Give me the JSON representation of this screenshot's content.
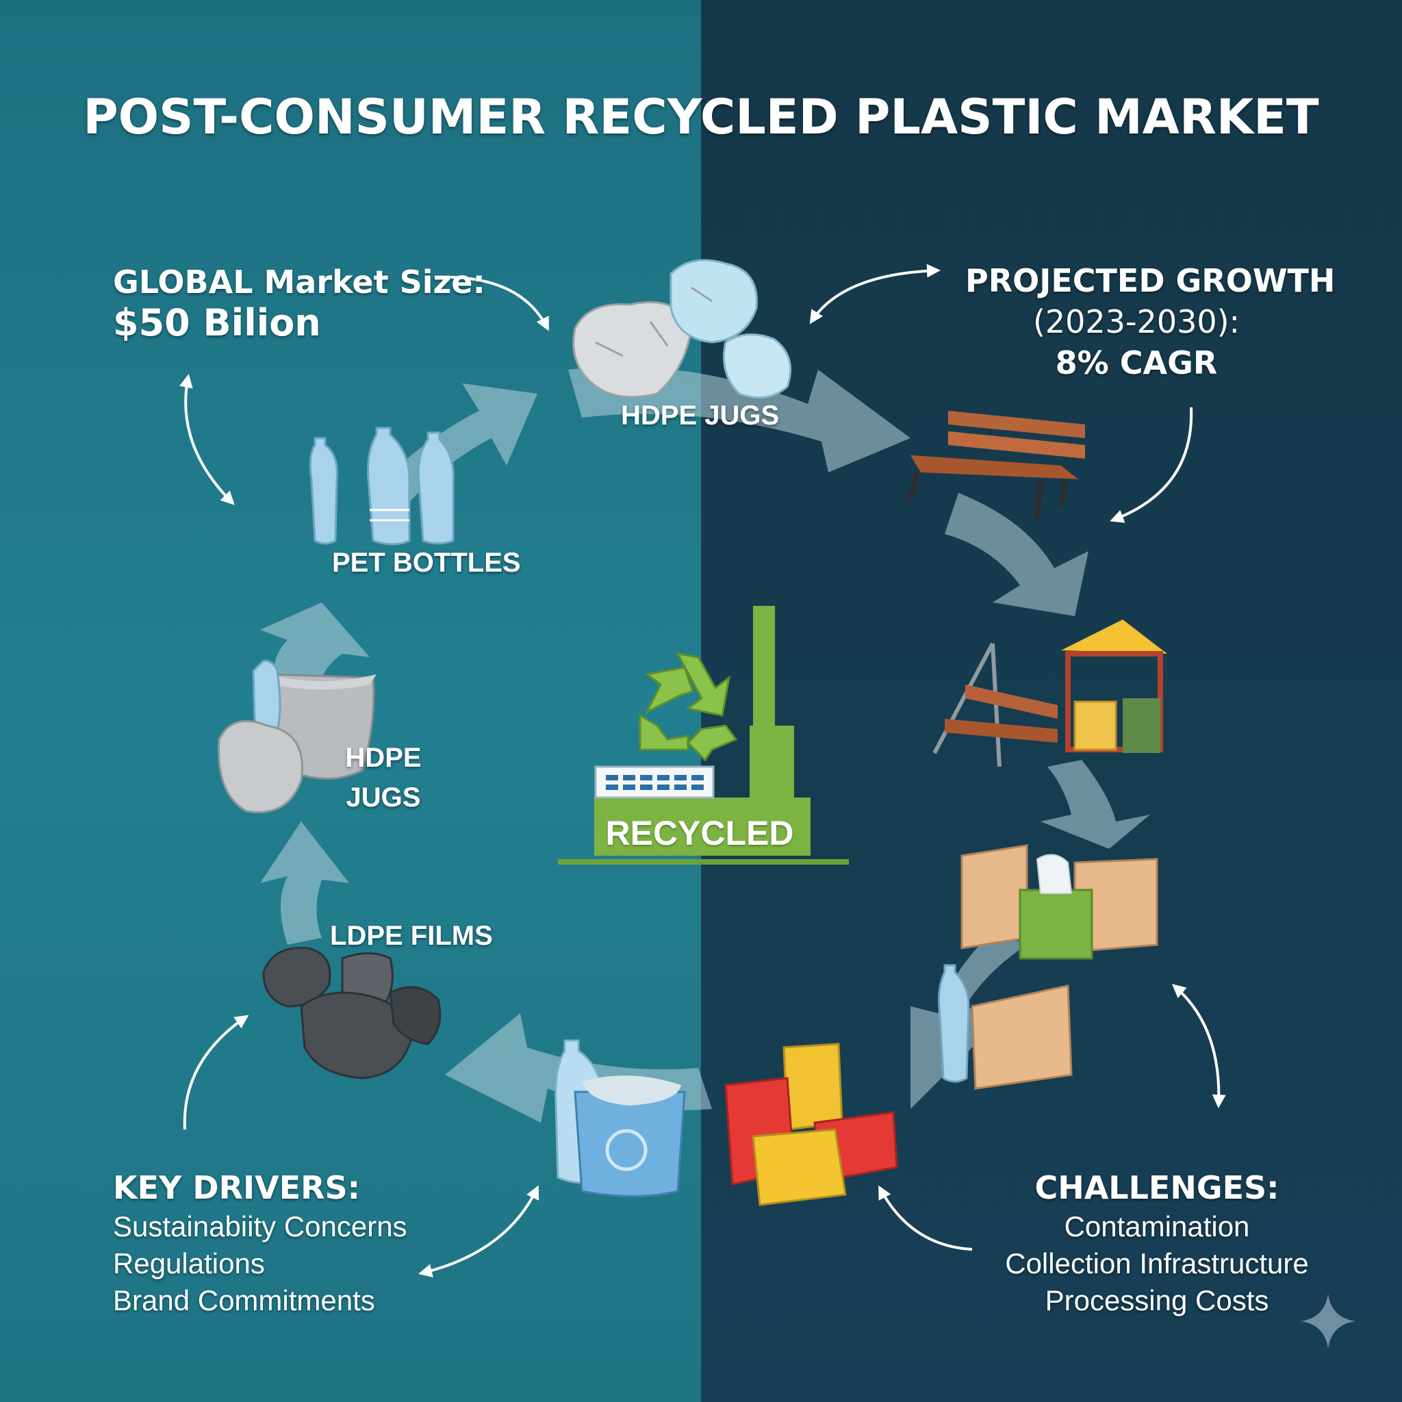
{
  "title": "POST-CONSUMER RECYCLED PLASTIC MARKET",
  "colors": {
    "left_panel": "#1f7c8c",
    "right_panel": "#163c52",
    "arrow": "#a9c7d1",
    "factory_green": "#7cb342",
    "text": "#ffffff"
  },
  "market_size": {
    "label": "GLOBAL Market Size:",
    "value": "$50 Bilion"
  },
  "growth": {
    "label": "PROJECTED GROWTH",
    "period": "(2023-2030):",
    "value": "8% CAGR"
  },
  "cycle_labels": {
    "hdpe_top": "HDPE JUGS",
    "pet": "PET BOTTLES",
    "hdpe_left_line1": "HDPE",
    "hdpe_left_line2": "JUGS",
    "ldpe": "LDPE FILMS"
  },
  "factory": {
    "label": "RECYCLED"
  },
  "key_drivers": {
    "heading": "KEY DRIVERS:",
    "items": [
      "Sustainabiity Concerns",
      "Regulations",
      "Brand Commitments"
    ]
  },
  "challenges": {
    "heading": "CHALLENGES:",
    "items": [
      "Contamination",
      "Collection Infrastructure",
      "Processing Costs"
    ]
  },
  "icons": [
    "hdpe-waste-icon",
    "pet-bottles-icon",
    "hdpe-jugs-icon",
    "ldpe-films-icon",
    "recycling-bin-icon",
    "recycle-symbol-icon",
    "factory-icon",
    "bench-icon",
    "playground-icon",
    "boxes-icon",
    "packaging-icon",
    "sparkle-icon"
  ]
}
